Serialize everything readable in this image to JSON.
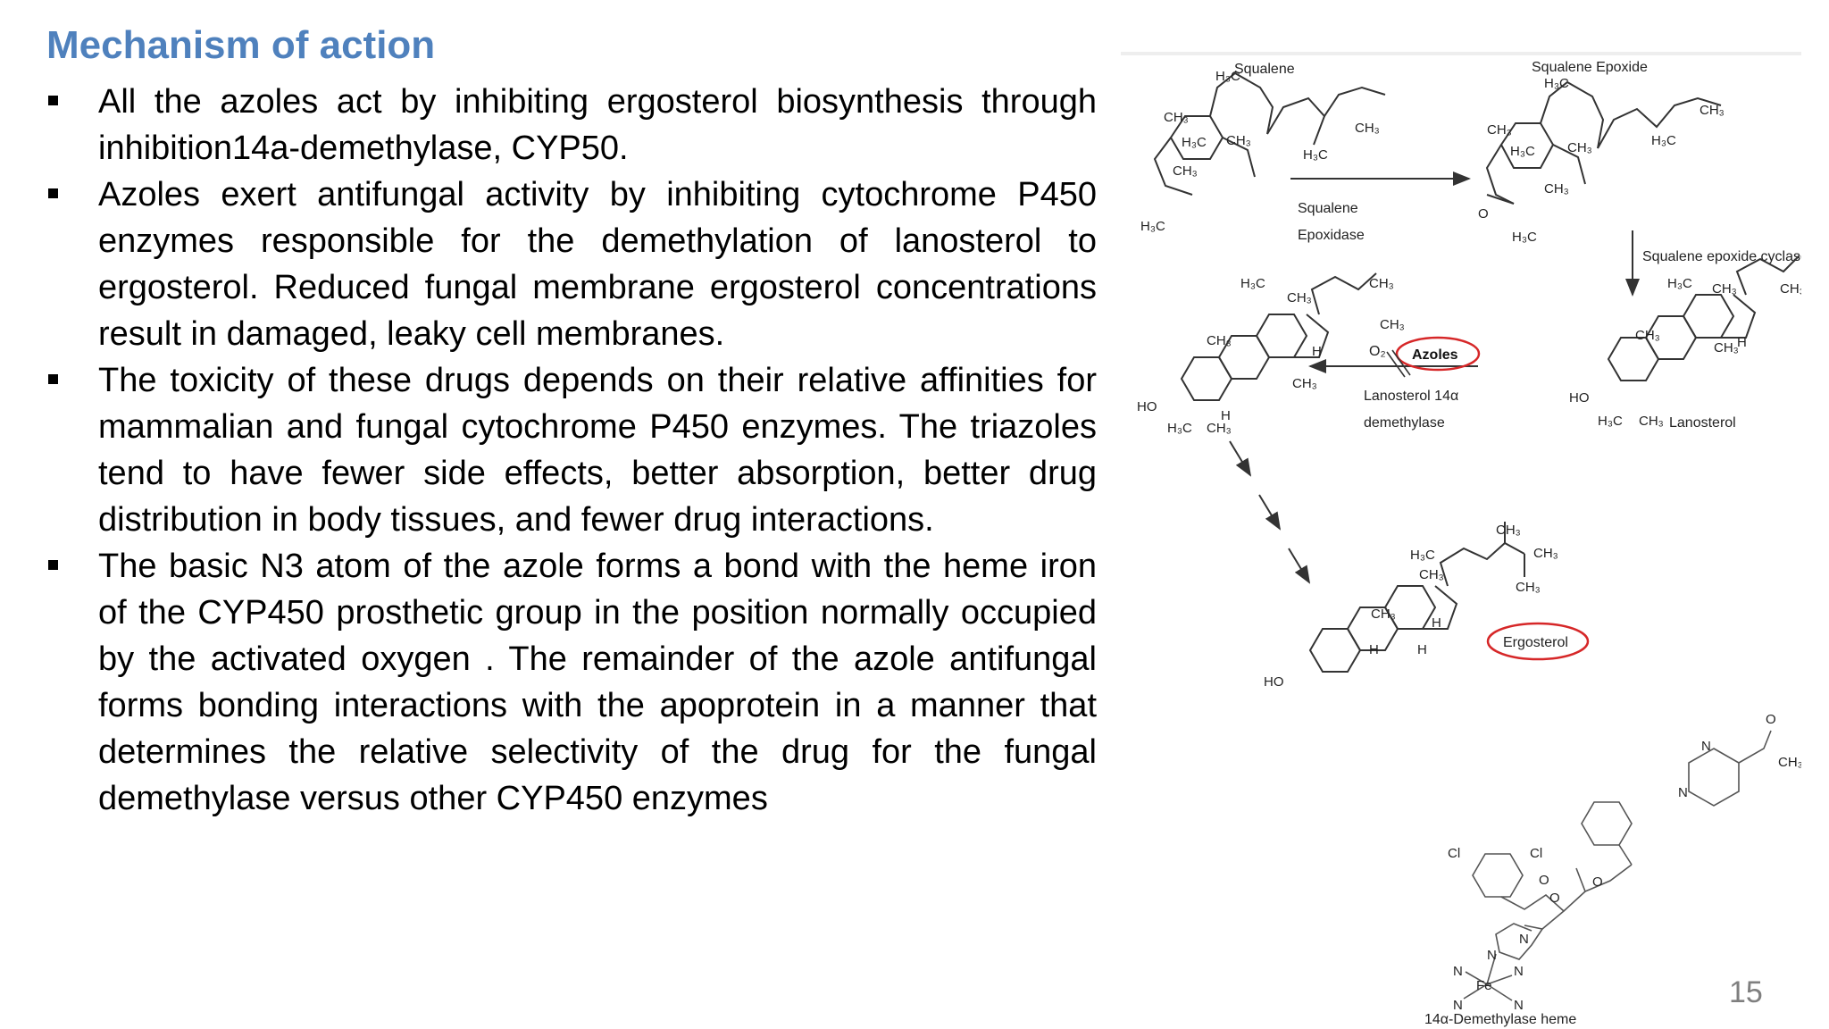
{
  "slide": {
    "title": "Mechanism of action",
    "bullets": [
      "All the azoles act by inhibiting ergosterol biosynthesis through inhibition14a-demethylase, CYP50.",
      "Azoles exert antifungal activity by inhibiting cytochrome P450 enzymes responsible for the demethylation of lanosterol to ergosterol.   Reduced fungal membrane ergosterol concentrations result in damaged, leaky cell membranes.",
      "The toxicity of these drugs depends on their relative affinities for mammalian and fungal cytochrome P450 enzymes. The triazoles tend to have fewer side effects, better absorption, better drug distribution in body tissues, and fewer drug interactions.",
      "The basic N3 atom of the azole forms a bond with the heme iron of the CYP450 prosthetic group in the position normally occupied by the activated oxygen . The remainder of the azole antifungal forms bonding interactions with the apoprotein in a manner that determines the relative selectivity of the drug for the fungal demethylase versus other CYP450 enzymes"
    ],
    "page_number": "15"
  },
  "pathway": {
    "squalene": "Squalene",
    "squalene_epoxide": "Squalene Epoxide",
    "enzyme_epoxidase_line1": "Squalene",
    "enzyme_epoxidase_line2": "Epoxidase",
    "enzyme_cyclase": "Squalene epoxide cyclase",
    "lanosterol": "Lanosterol",
    "o2": "O₂",
    "inhibitor": "Azoles",
    "enzyme_demethylase_line1": "Lanosterol 14α",
    "enzyme_demethylase_line2": "demethylase",
    "ergosterol": "Ergosterol",
    "heme_caption": "14α-Demethylase heme",
    "highlight_color": "#d62728"
  },
  "atoms": {
    "ch3": "CH₃",
    "h3c": "H₃C",
    "ho": "HO",
    "h": "H",
    "cl": "Cl",
    "n": "N",
    "o": "O",
    "fe": "Fe"
  }
}
